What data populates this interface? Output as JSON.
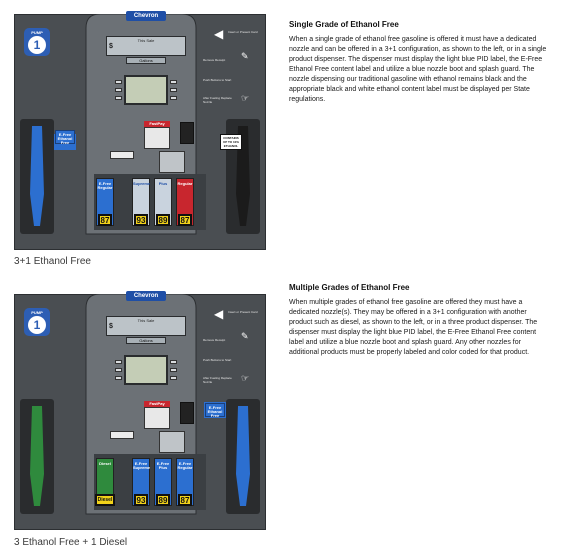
{
  "sections": [
    {
      "heading": "Single Grade of Ethanol Free",
      "body": "When a single grade of ethanol free gasoline is offered it must have a dedicated nozzle and can be offered in a 3+1 configuration, as shown to the left, or in a single product dispenser. The dispenser must display the light blue PID label, the E-Free Ethanol Free content label and utilize a blue nozzle boot and splash guard. The nozzle dispensing our traditional gasoline with ethanol remains black and the appropriate black and white ethanol content label must be displayed per State regulations.",
      "caption": "3+1 Ethanol Free"
    },
    {
      "heading": "Multiple Grades of Ethanol Free",
      "body": "When multiple grades of ethanol free gasoline are offered they must have a dedicated nozzle(s). They may be offered in a 3+1 configuration with another product such as diesel, as shown to the left, or in a three product dispenser. The dispenser must display the light blue PID label, the E-Free Ethanol Free content label and utilize a blue nozzle boot and splash guard. Any other nozzles for additional products must be properly labeled and color coded for that product.",
      "caption": "3 Ethanol Free + 1 Diesel"
    }
  ],
  "pump_common": {
    "brand": "Chevron",
    "pump_label": "PUMP",
    "pump_number": "1",
    "sale_label": "This Sale",
    "dollar_sign": "$",
    "gallons_label": "Gallons",
    "fastpay_label": "FastPay",
    "side_labels": [
      "Insert or Present Card",
      "Remove Receipt",
      "Push Buttons to Start",
      "After Fueling Replace Nozzle"
    ],
    "colors": {
      "body": "#4a4e52",
      "efree_blue": "#2c6fd0",
      "diesel_green": "#2f8a3d",
      "regular_red": "#c8262e",
      "octane_yellow": "#f1d21a"
    }
  },
  "pump_a": {
    "grades": [
      {
        "name": "E-Free Regular",
        "octane": "87",
        "color": "#2c6fd0"
      },
      {
        "name": "Supreme",
        "octane": "93",
        "color": "#c9d3de"
      },
      {
        "name": "Plus",
        "octane": "89",
        "color": "#c9d3de"
      },
      {
        "name": "Regular",
        "octane": "87",
        "color": "#c8262e"
      }
    ],
    "efree_tag": "E-Free Ethanol Free",
    "contains_label": "CONTAINS UP TO 10% ETHANOL",
    "left_nozzle_color": "#2c6fd0",
    "right_nozzle_color": "#1b1b1b"
  },
  "pump_b": {
    "grades": [
      {
        "name": "Diesel",
        "octane": "Diesel",
        "color": "#2f8a3d"
      },
      {
        "name": "E-Free Supreme",
        "octane": "93",
        "color": "#2c6fd0"
      },
      {
        "name": "E-Free Plus",
        "octane": "89",
        "color": "#2c6fd0"
      },
      {
        "name": "E-Free Regular",
        "octane": "87",
        "color": "#2c6fd0"
      }
    ],
    "efree_tag": "E-Free Ethanol Free",
    "left_nozzle_color": "#2f8a3d",
    "right_nozzle_color": "#2c6fd0"
  }
}
